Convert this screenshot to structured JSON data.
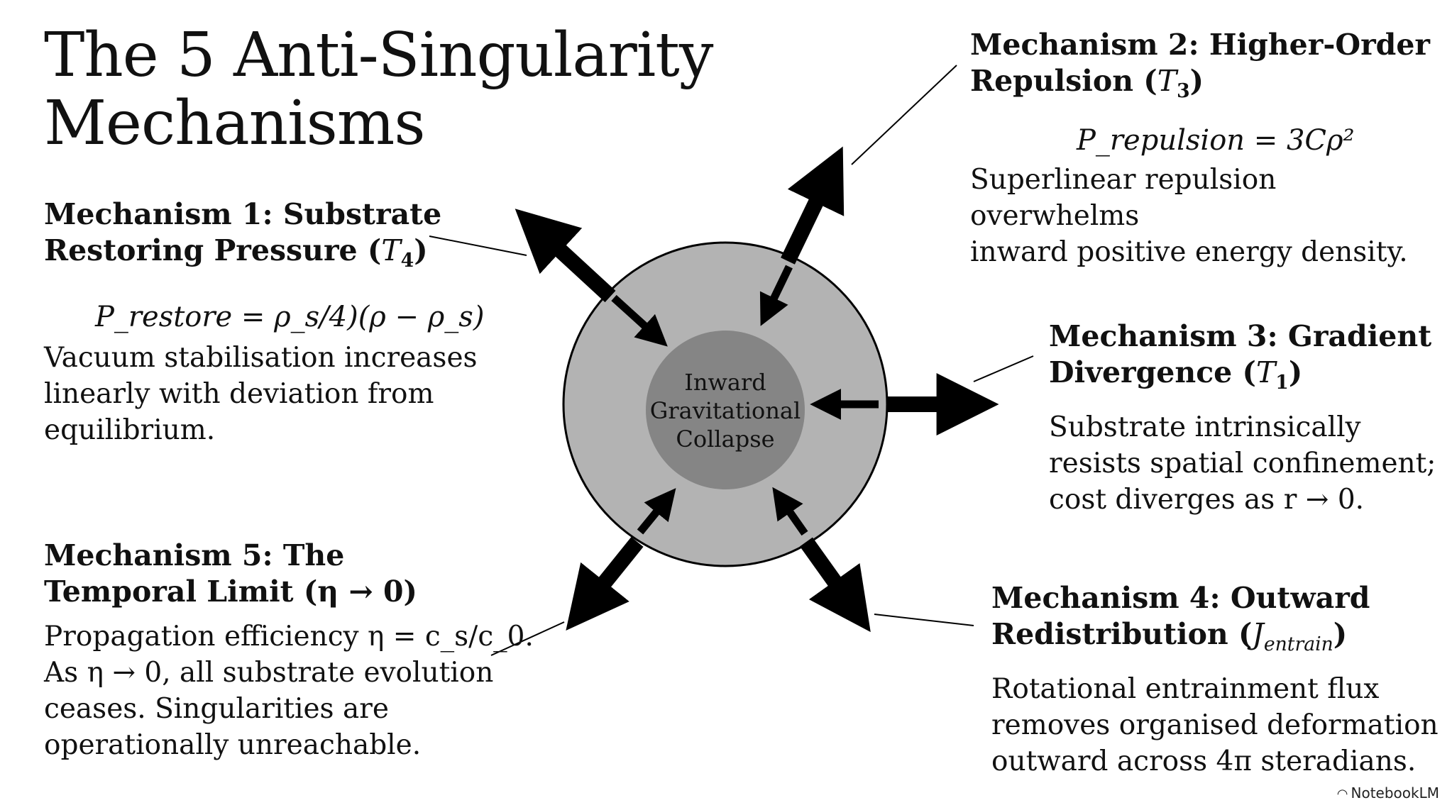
{
  "title": {
    "line1": "The 5 Anti-Singularity",
    "line2": "Mechanisms"
  },
  "center": {
    "line1": "Inward",
    "line2": "Gravitational",
    "line3": "Collapse"
  },
  "mechanisms": [
    {
      "heading_line1": "Mechanism 1: Substrate",
      "heading_line2_text": "Restoring Pressure (",
      "heading_symbol": "T",
      "heading_sub": "4",
      "heading_close": ")",
      "formula": "P_restore = ρ_s/4)(ρ − ρ_s)",
      "desc": [
        "Vacuum stabilisation increases",
        "linearly with deviation from",
        "equilibrium."
      ]
    },
    {
      "heading_line1": "Mechanism 2: Higher-Order",
      "heading_line2_text": "Repulsion (",
      "heading_symbol": "T",
      "heading_sub": "3",
      "heading_close": ")",
      "formula": "P_repulsion = 3Cρ²",
      "desc": [
        "Superlinear repulsion overwhelms",
        "inward positive energy density."
      ]
    },
    {
      "heading_line1": "Mechanism 3: Gradient",
      "heading_line2_text": "Divergence (",
      "heading_symbol": "T",
      "heading_sub": "1",
      "heading_close": ")",
      "desc": [
        "Substrate intrinsically",
        "resists spatial confinement;",
        "cost diverges as r → 0."
      ]
    },
    {
      "heading_line1": "Mechanism 4: Outward",
      "heading_line2_text": "Redistribution (",
      "heading_symbol": "J",
      "heading_sub": "entrain",
      "heading_close": ")",
      "desc": [
        "Rotational entrainment flux",
        "removes organised deformation",
        "outward across 4π steradians."
      ]
    },
    {
      "heading_line1": "Mechanism 5: The",
      "heading_line2_text": "Temporal Limit (η → 0)",
      "desc": [
        "Propagation efficiency η = c_s/c_0.",
        "As η → 0, all substrate evolution",
        "ceases. Singularities are",
        "operationally unreachable."
      ]
    }
  ],
  "watermark": "NotebookLM",
  "colors": {
    "outer_disc": "#b3b3b3",
    "inner_disc": "#858585",
    "arrows": "#000000"
  }
}
